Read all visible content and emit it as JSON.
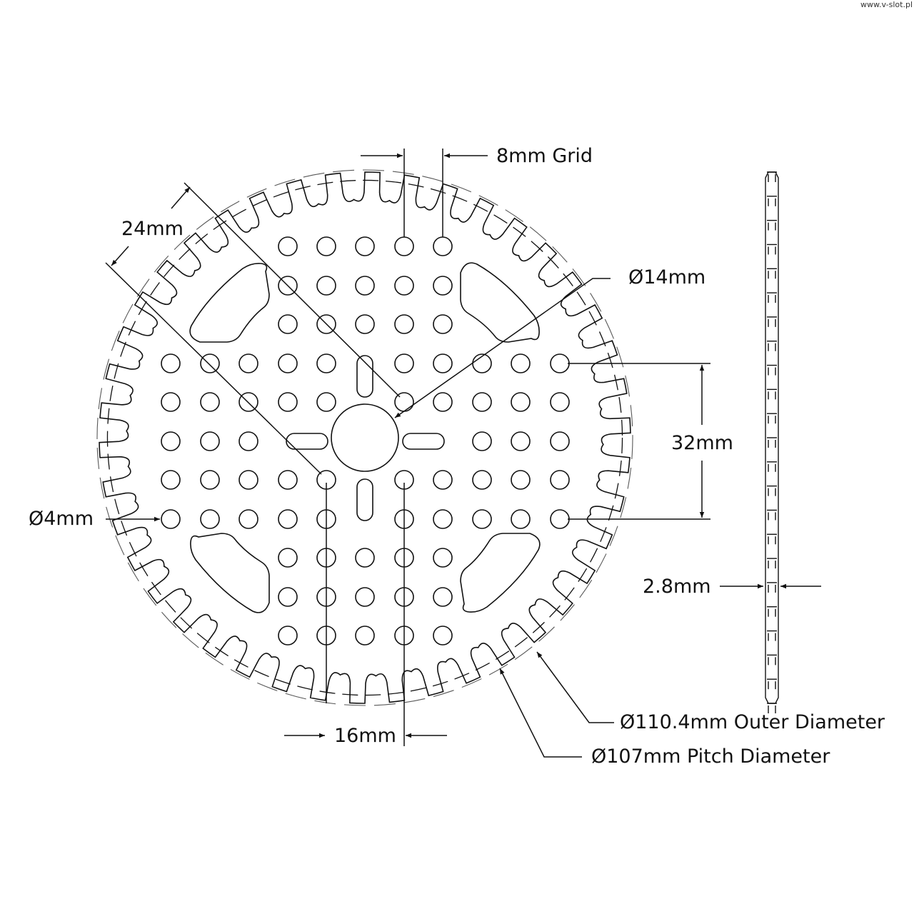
{
  "watermark": "www.v-slot.pl",
  "gear": {
    "teeth": 42,
    "outer_diameter_mm": 110.4,
    "pitch_diameter_mm": 107,
    "bore_mm": 14,
    "hole_mm": 4,
    "grid_mm": 8,
    "thickness_mm": 2.8
  },
  "labels": {
    "grid": "8mm Grid",
    "diag": "24mm",
    "bore": "Ø14mm",
    "vert": "32mm",
    "hole": "Ø4mm",
    "horiz": "16mm",
    "thickness": "2.8mm",
    "outer": "Ø110.4mm Outer Diameter",
    "pitch": "Ø107mm Pitch Diameter"
  },
  "colors": {
    "line": "#111111",
    "background": "#ffffff"
  }
}
